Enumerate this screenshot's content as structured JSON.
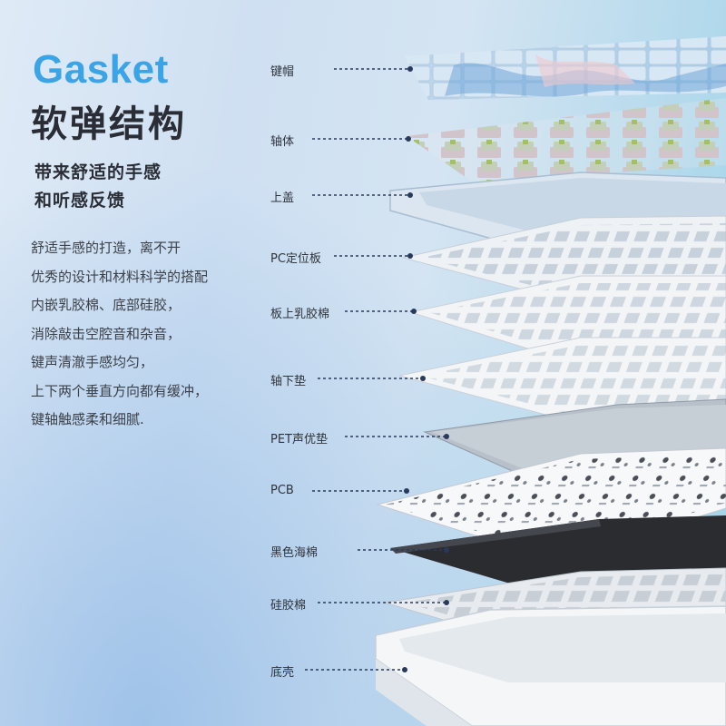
{
  "heading": {
    "brand": "Gasket",
    "title": "软弹结构"
  },
  "subheading": [
    "带来舒适的手感",
    "和听感反馈"
  ],
  "description": [
    "舒适手感的打造，离不开",
    "优秀的设计和材料科学的搭配",
    "内嵌乳胶棉、底部硅胶，",
    "消除敲击空腔音和杂音，",
    "键声清澈手感均匀，",
    "上下两个垂直方向都有缓冲，",
    "键轴触感柔和细腻."
  ],
  "layers": [
    {
      "label": "键帽"
    },
    {
      "label": "轴体"
    },
    {
      "label": "上盖"
    },
    {
      "label": "PC定位板"
    },
    {
      "label": "板上乳胶棉"
    },
    {
      "label": "轴下垫"
    },
    {
      "label": "PET声优垫"
    },
    {
      "label": "PCB"
    },
    {
      "label": "黑色海棉"
    },
    {
      "label": "硅胶棉"
    },
    {
      "label": "底壳"
    }
  ],
  "colors": {
    "accent": "#3aa4e6",
    "leader": "#283a5c"
  }
}
